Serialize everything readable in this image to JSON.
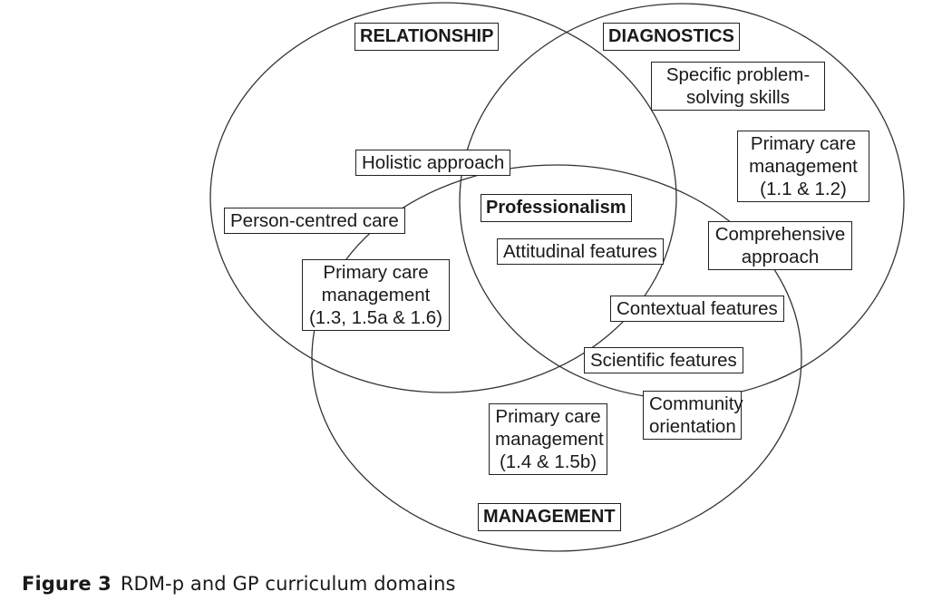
{
  "domains": {
    "relationship": "RELATIONSHIP",
    "diagnostics": "DIAGNOSTICS",
    "management": "MANAGEMENT",
    "center": "Professionalism"
  },
  "items": {
    "holistic": "Holistic approach",
    "person_centred": "Person-centred care",
    "pcm_relationship": [
      "Primary care",
      "management",
      "(1.3, 1.5a & 1.6)"
    ],
    "specific_problem": [
      "Specific problem-",
      "solving skills"
    ],
    "pcm_diagnostics": [
      "Primary care",
      "management",
      "(1.1 & 1.2)"
    ],
    "comprehensive": [
      "Comprehensive",
      "approach"
    ],
    "attitudinal": "Attitudinal features",
    "contextual": "Contextual features",
    "scientific": "Scientific features",
    "community": [
      "Community",
      "orientation"
    ],
    "pcm_management": [
      "Primary care",
      "management",
      "(1.4 & 1.5b)"
    ]
  },
  "caption": {
    "figure_label": "Figure 3",
    "text": "RDM-p and GP curriculum domains"
  }
}
